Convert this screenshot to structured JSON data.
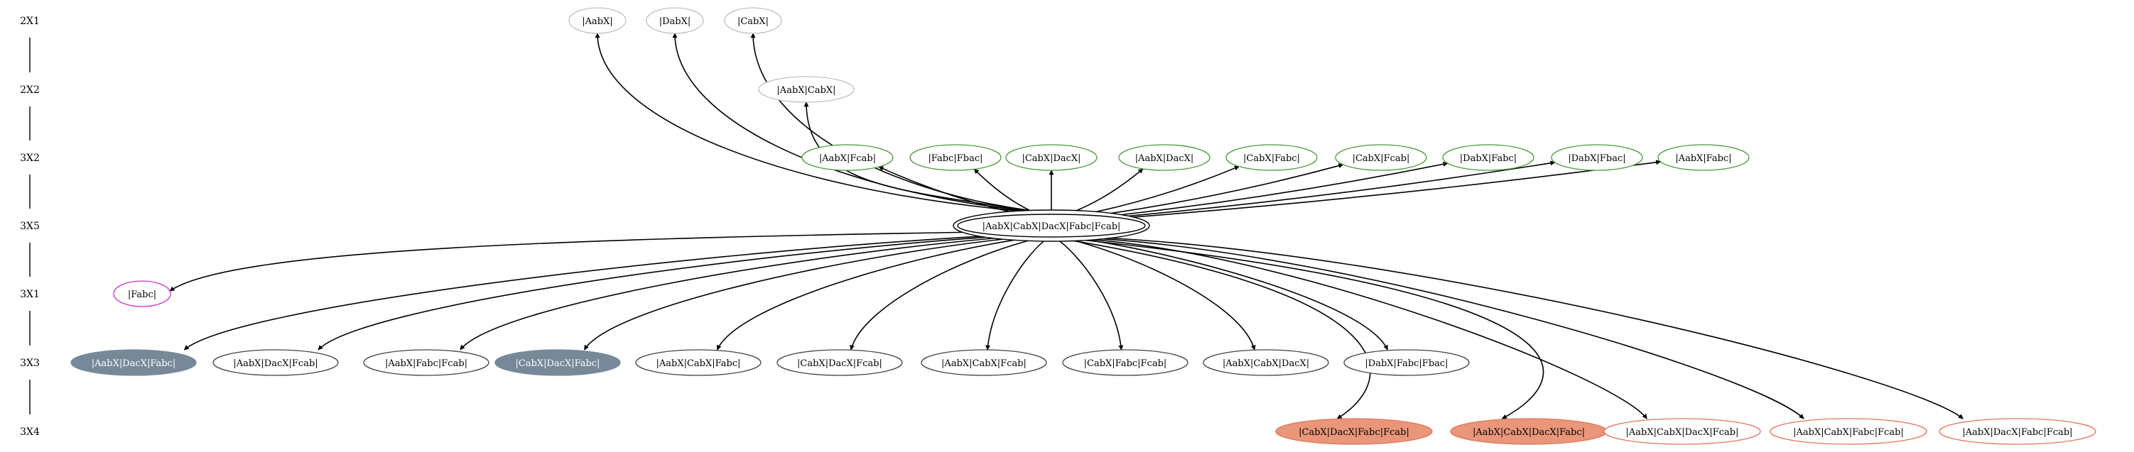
{
  "ranks": [
    {
      "id": "r0",
      "label": "2X1"
    },
    {
      "id": "r1",
      "label": "2X2"
    },
    {
      "id": "r2",
      "label": "3X2"
    },
    {
      "id": "r3",
      "label": "3X5"
    },
    {
      "id": "r4",
      "label": "3X1"
    },
    {
      "id": "r5",
      "label": "3X3"
    },
    {
      "id": "r6",
      "label": "3X4"
    }
  ],
  "colors": {
    "edge": "#000000",
    "rank_line": "#000000",
    "gray_outline": "#c0c0c0",
    "green_outline": "#4c9a3c",
    "magenta_outline": "#cc33cc",
    "slate_fill": "#778899",
    "salmon_fill": "#e9967a",
    "salmon_outline": "#e2775c",
    "plain_outline": "#444444"
  },
  "root": {
    "id": "root",
    "label": "|AabX|CabX|DacX|Fabc|Fcab|"
  },
  "nodes": [
    {
      "id": "n0",
      "rank": "r0",
      "style": "gray",
      "label": "|AabX|"
    },
    {
      "id": "n1",
      "rank": "r0",
      "style": "gray",
      "label": "|DabX|"
    },
    {
      "id": "n2",
      "rank": "r0",
      "style": "gray",
      "label": "|CabX|"
    },
    {
      "id": "n3",
      "rank": "r1",
      "style": "gray",
      "label": "|AabX|CabX|"
    },
    {
      "id": "n4",
      "rank": "r2",
      "style": "green",
      "label": "|AabX|Fcab|"
    },
    {
      "id": "n5",
      "rank": "r2",
      "style": "green",
      "label": "|Fabc|Fbac|"
    },
    {
      "id": "n6",
      "rank": "r2",
      "style": "green",
      "label": "|CabX|DacX|"
    },
    {
      "id": "n7",
      "rank": "r2",
      "style": "green",
      "label": "|AabX|DacX|"
    },
    {
      "id": "n8",
      "rank": "r2",
      "style": "green",
      "label": "|CabX|Fabc|"
    },
    {
      "id": "n9",
      "rank": "r2",
      "style": "green",
      "label": "|CabX|Fcab|"
    },
    {
      "id": "n10",
      "rank": "r2",
      "style": "green",
      "label": "|DabX|Fabc|"
    },
    {
      "id": "n11",
      "rank": "r2",
      "style": "green",
      "label": "|DabX|Fbac|"
    },
    {
      "id": "n12",
      "rank": "r2",
      "style": "green",
      "label": "|AabX|Fabc|"
    },
    {
      "id": "n13",
      "rank": "r4",
      "style": "magenta",
      "label": "|Fabc|"
    },
    {
      "id": "n14",
      "rank": "r5",
      "style": "slate",
      "label": "|AabX|DacX|Fabc|"
    },
    {
      "id": "n15",
      "rank": "r5",
      "style": "plain",
      "label": "|AabX|DacX|Fcab|"
    },
    {
      "id": "n16",
      "rank": "r5",
      "style": "plain",
      "label": "|AabX|Fabc|Fcab|"
    },
    {
      "id": "n17",
      "rank": "r5",
      "style": "slate",
      "label": "|CabX|DacX|Fabc|"
    },
    {
      "id": "n18",
      "rank": "r5",
      "style": "plain",
      "label": "|AabX|CabX|Fabc|"
    },
    {
      "id": "n19",
      "rank": "r5",
      "style": "plain",
      "label": "|CabX|DacX|Fcab|"
    },
    {
      "id": "n20",
      "rank": "r5",
      "style": "plain",
      "label": "|AabX|CabX|Fcab|"
    },
    {
      "id": "n21",
      "rank": "r5",
      "style": "plain",
      "label": "|CabX|Fabc|Fcab|"
    },
    {
      "id": "n22",
      "rank": "r5",
      "style": "plain",
      "label": "|AabX|CabX|DacX|"
    },
    {
      "id": "n23",
      "rank": "r5",
      "style": "plain",
      "label": "|DabX|Fabc|Fbac|"
    },
    {
      "id": "n24",
      "rank": "r6",
      "style": "salmon",
      "label": "|CabX|DacX|Fabc|Fcab|"
    },
    {
      "id": "n25",
      "rank": "r6",
      "style": "salmon",
      "label": "|AabX|CabX|DacX|Fabc|"
    },
    {
      "id": "n26",
      "rank": "r6",
      "style": "salmon_outline",
      "label": "|AabX|CabX|DacX|Fcab|"
    },
    {
      "id": "n27",
      "rank": "r6",
      "style": "salmon_outline",
      "label": "|AabX|CabX|Fabc|Fcab|"
    },
    {
      "id": "n28",
      "rank": "r6",
      "style": "salmon_outline",
      "label": "|AabX|DacX|Fabc|Fcab|"
    }
  ],
  "edges": [
    {
      "from": "root",
      "to": "n0"
    },
    {
      "from": "root",
      "to": "n1"
    },
    {
      "from": "root",
      "to": "n2"
    },
    {
      "from": "root",
      "to": "n3"
    },
    {
      "from": "root",
      "to": "n4"
    },
    {
      "from": "root",
      "to": "n5"
    },
    {
      "from": "root",
      "to": "n6"
    },
    {
      "from": "root",
      "to": "n7"
    },
    {
      "from": "root",
      "to": "n8"
    },
    {
      "from": "root",
      "to": "n9"
    },
    {
      "from": "root",
      "to": "n10"
    },
    {
      "from": "root",
      "to": "n11"
    },
    {
      "from": "root",
      "to": "n12"
    },
    {
      "from": "root",
      "to": "n13"
    },
    {
      "from": "root",
      "to": "n14"
    },
    {
      "from": "root",
      "to": "n15"
    },
    {
      "from": "root",
      "to": "n16"
    },
    {
      "from": "root",
      "to": "n17"
    },
    {
      "from": "root",
      "to": "n18"
    },
    {
      "from": "root",
      "to": "n19"
    },
    {
      "from": "root",
      "to": "n20"
    },
    {
      "from": "root",
      "to": "n21"
    },
    {
      "from": "root",
      "to": "n22"
    },
    {
      "from": "root",
      "to": "n23"
    },
    {
      "from": "root",
      "to": "n24"
    },
    {
      "from": "root",
      "to": "n25"
    },
    {
      "from": "root",
      "to": "n26"
    },
    {
      "from": "root",
      "to": "n27"
    },
    {
      "from": "root",
      "to": "n28"
    }
  ]
}
